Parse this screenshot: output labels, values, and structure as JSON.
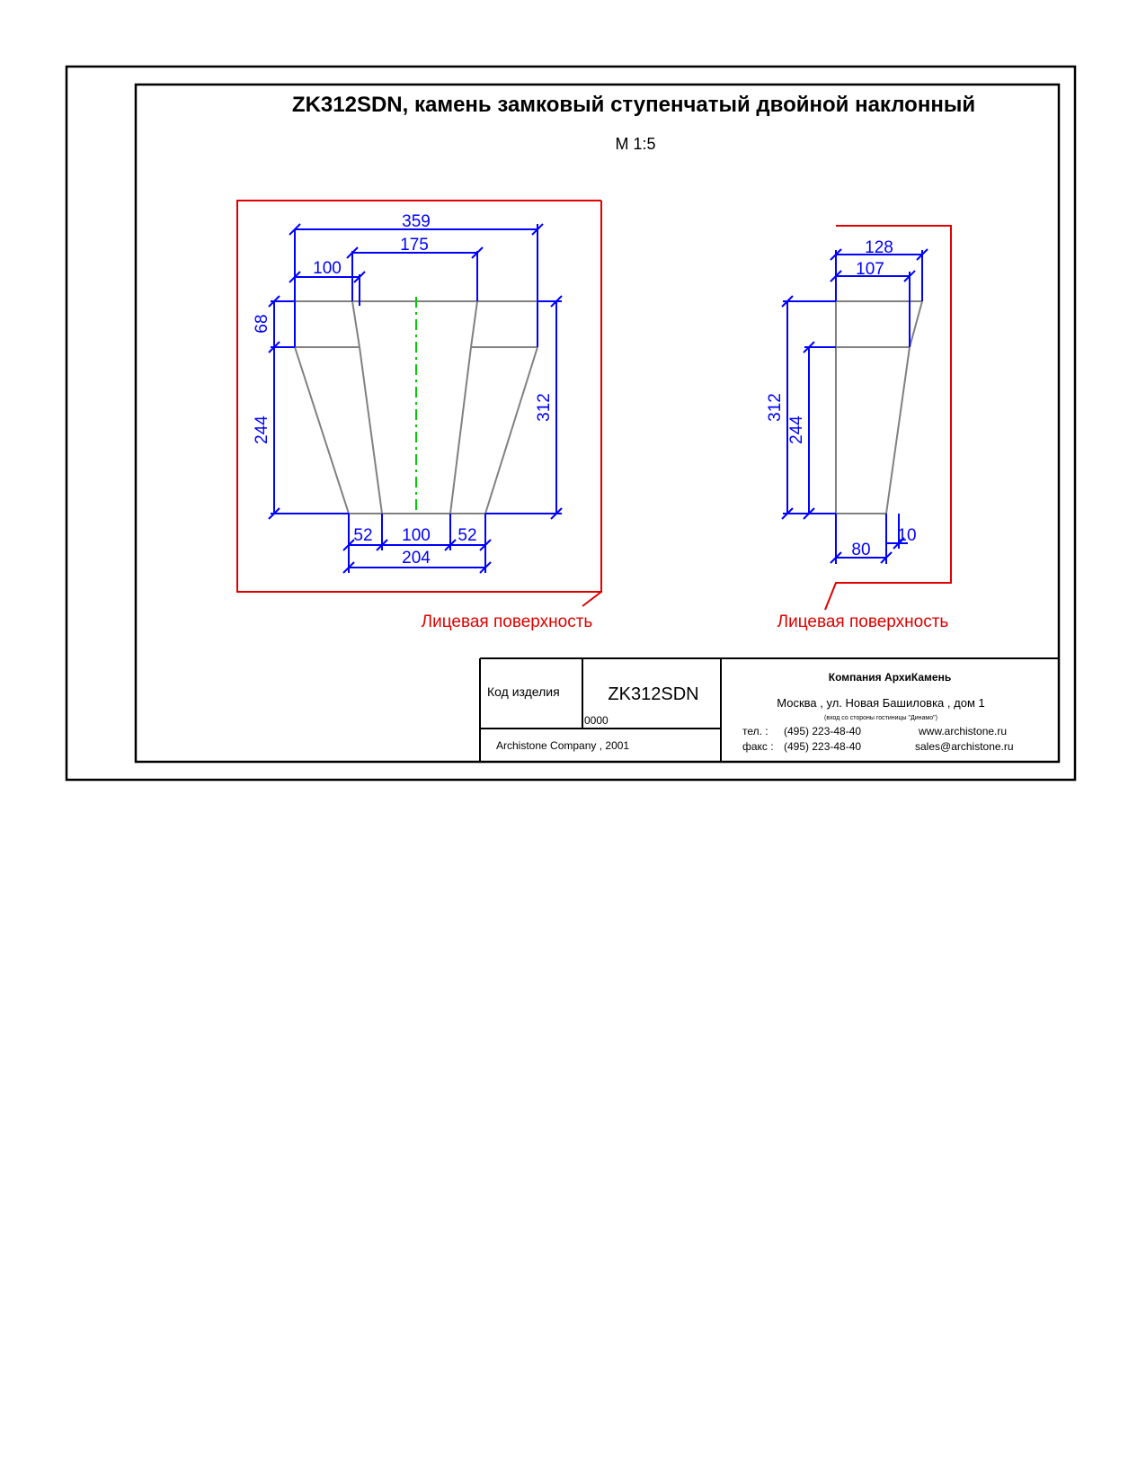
{
  "title": "ZK312SDN, камень замковый ступенчатый двойной наклонный",
  "scale": "М 1:5",
  "front_view": {
    "dims": {
      "top_total": "359",
      "top_inner": "175",
      "top_left": "100",
      "left_upper": "68",
      "left_lower": "244",
      "right_total": "312",
      "bottom_left": "52",
      "bottom_mid": "100",
      "bottom_right": "52",
      "bottom_total": "204"
    },
    "face_label": "Лицевая поверхность"
  },
  "side_view": {
    "dims": {
      "top_total": "128",
      "top_inner": "107",
      "left_total": "312",
      "left_lower": "244",
      "bottom": "80",
      "bottom_offset": "10"
    },
    "face_label": "Лицевая поверхность"
  },
  "title_block": {
    "code_label": "Код изделия",
    "code_value": "ZK312SDN",
    "code_number": "0000",
    "copyright": "Archistone  Company ,  2001",
    "company": "Компания  АрхиКамень",
    "address": "Москва , ул. Новая Башиловка , дом 1",
    "address_note": "(вход со стороны гостиницы \"Динамо\")",
    "phone_label": "тел.   :",
    "phone": "(495) 223-48-40",
    "fax_label": "факс :",
    "fax": "(495) 223-48-40",
    "website": "www.archistone.ru",
    "email": "sales@archistone.ru"
  },
  "colors": {
    "dimension": "#0000ff",
    "face": "#e00000",
    "axis": "#00cc00",
    "outline": "#808080",
    "frame": "#000000"
  }
}
